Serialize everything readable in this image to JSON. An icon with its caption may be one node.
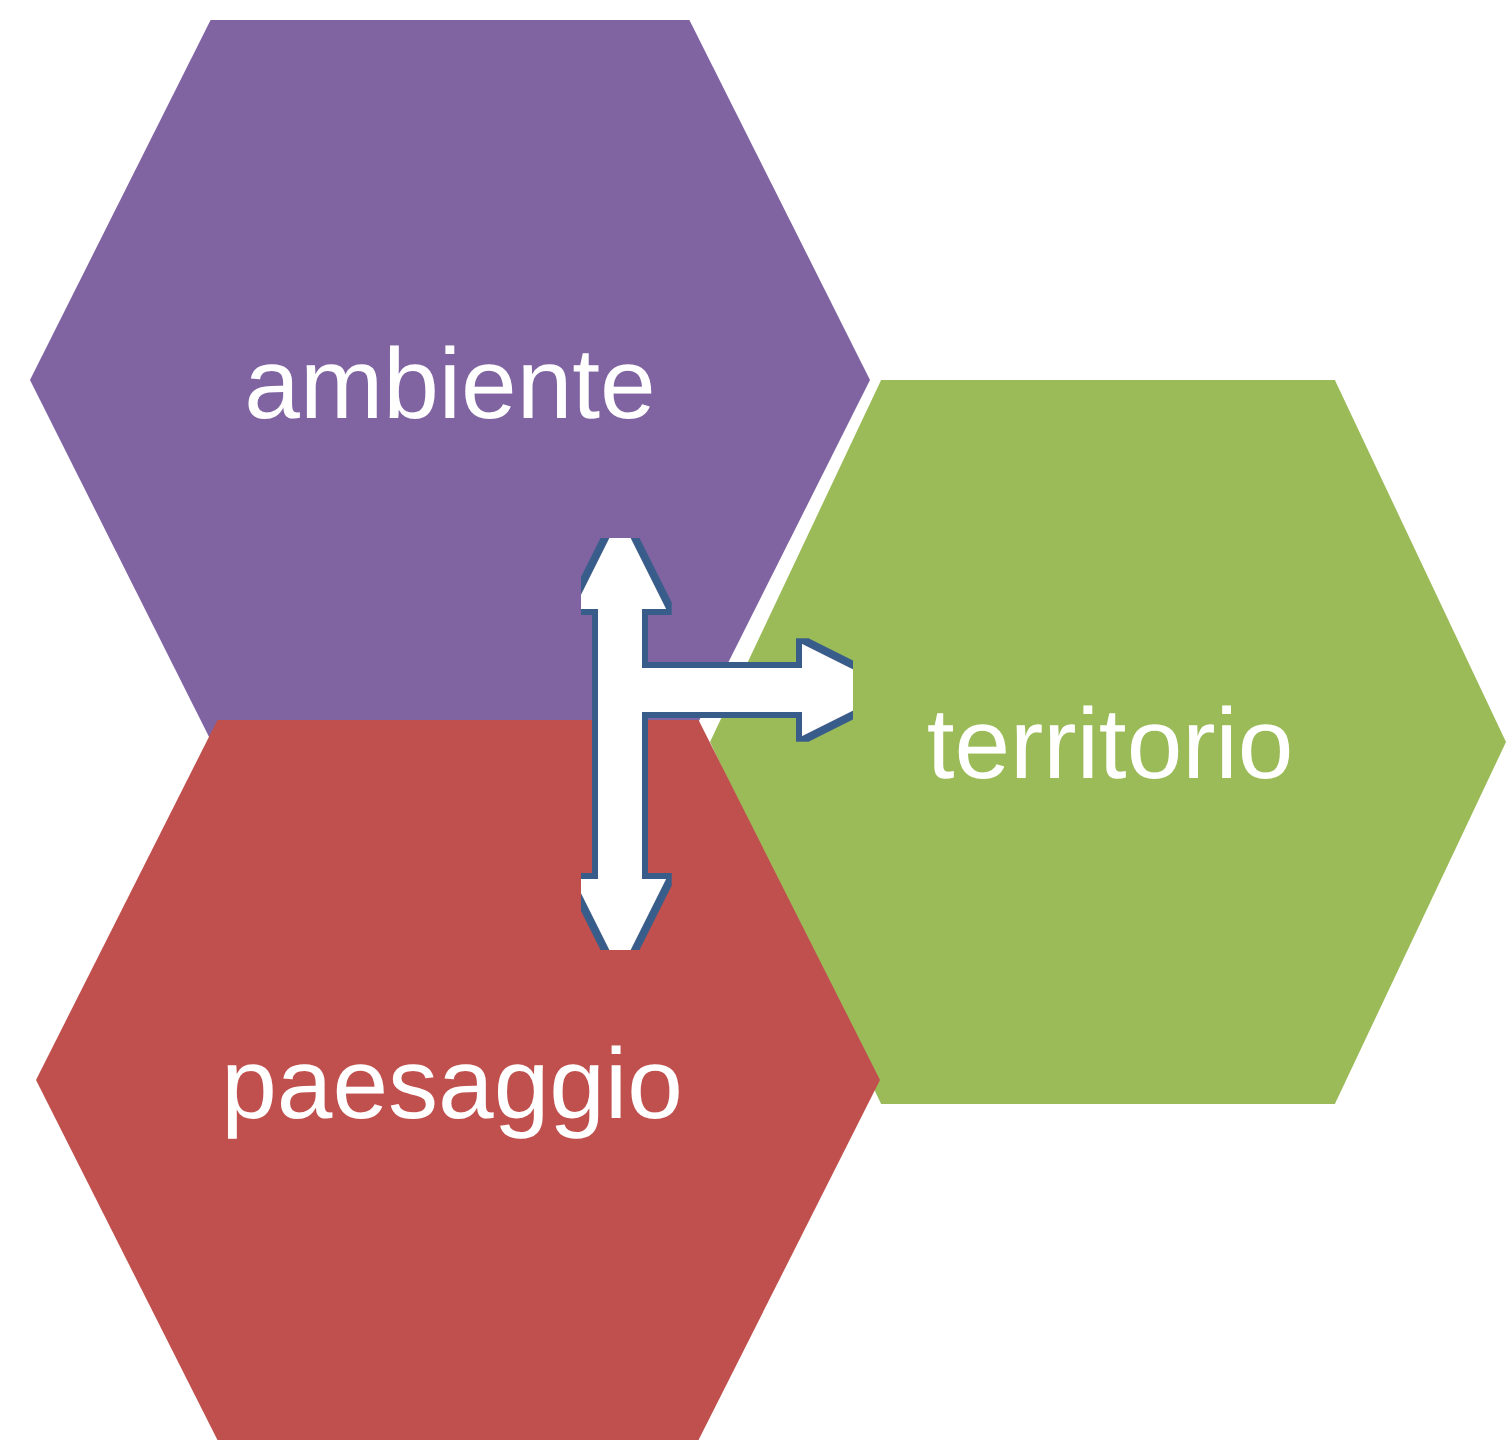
{
  "diagram": {
    "nodes": [
      {
        "text": [
          "ambiente"
        ]
      },
      {
        "text": [
          "territorio"
        ]
      },
      {
        "text": [
          "paesaggio"
        ]
      }
    ],
    "edges": [
      {
        "from": 0,
        "to": 2,
        "arrow": "both"
      },
      {
        "from": 0,
        "to": 1,
        "arrow": "to"
      }
    ]
  }
}
